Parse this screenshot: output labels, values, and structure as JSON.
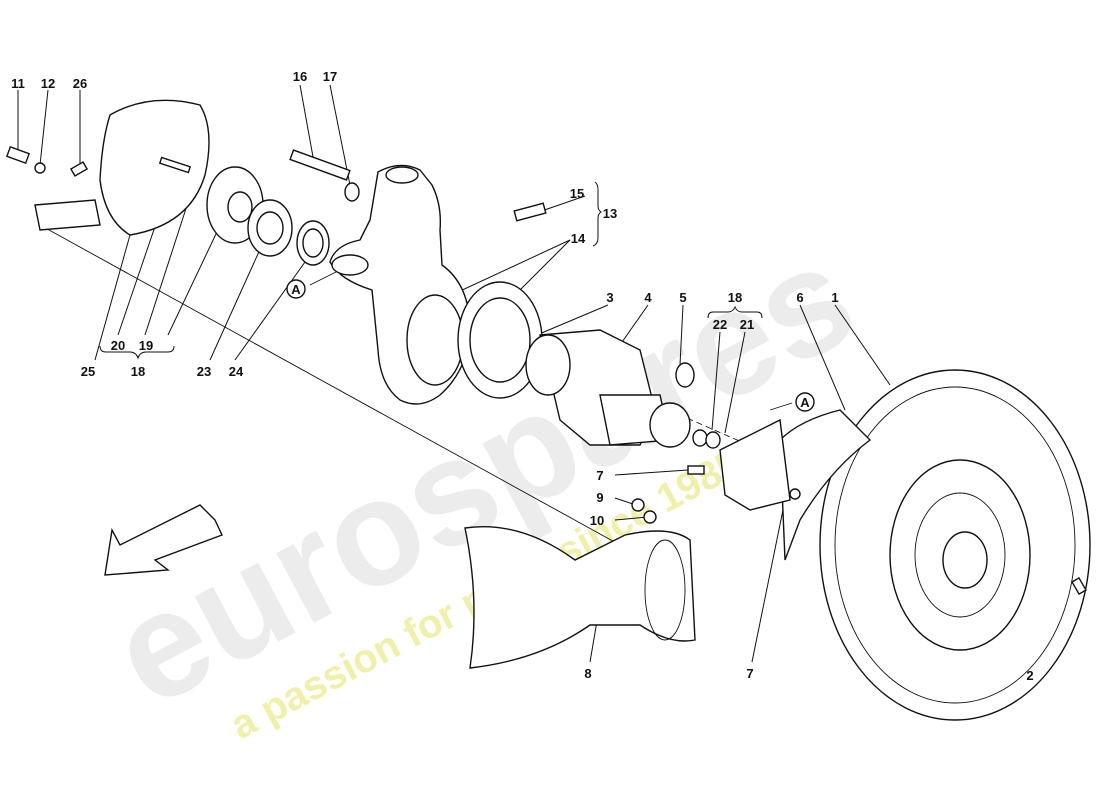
{
  "watermark": {
    "brand": "eurospares",
    "tagline": "a passion for parts since 1985"
  },
  "section_marker": "A",
  "callouts": {
    "c1": "1",
    "c2": "2",
    "c3": "3",
    "c4": "4",
    "c5": "5",
    "c6": "6",
    "c7a": "7",
    "c7b": "7",
    "c8": "8",
    "c9": "9",
    "c10": "10",
    "c11": "11",
    "c12": "12",
    "c13": "13",
    "c14": "14",
    "c15": "15",
    "c16": "16",
    "c17": "17",
    "c18a": "18",
    "c18b": "18",
    "c19": "19",
    "c20": "20",
    "c21": "21",
    "c22": "22",
    "c23": "23",
    "c24": "24",
    "c25": "25",
    "c26": "26"
  }
}
